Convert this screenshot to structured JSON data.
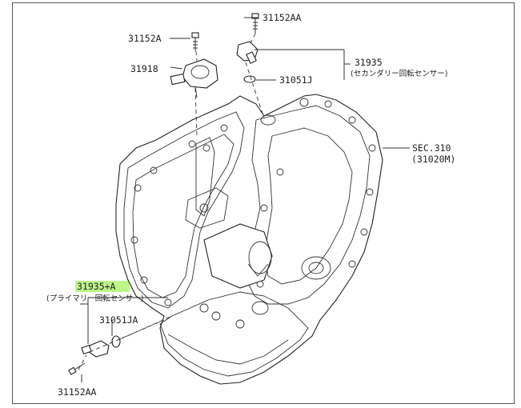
{
  "labels": {
    "p31152aa_top": "31152AA",
    "p31152a": "31152A",
    "p31918": "31918",
    "p31935": "31935",
    "p31935_desc": "(セカンダリー回転センサー)",
    "p31051j": "31051J",
    "sec310": "SEC.310",
    "sec310_sub": "(31020M)",
    "p31935a": "31935+A",
    "p31935a_desc": "(プライマリー回転センサー)",
    "p31051ja": "31051JA",
    "p31152aa_bottom": "31152AA"
  },
  "colors": {
    "highlight": "#b6f57a",
    "line": "#333333"
  }
}
